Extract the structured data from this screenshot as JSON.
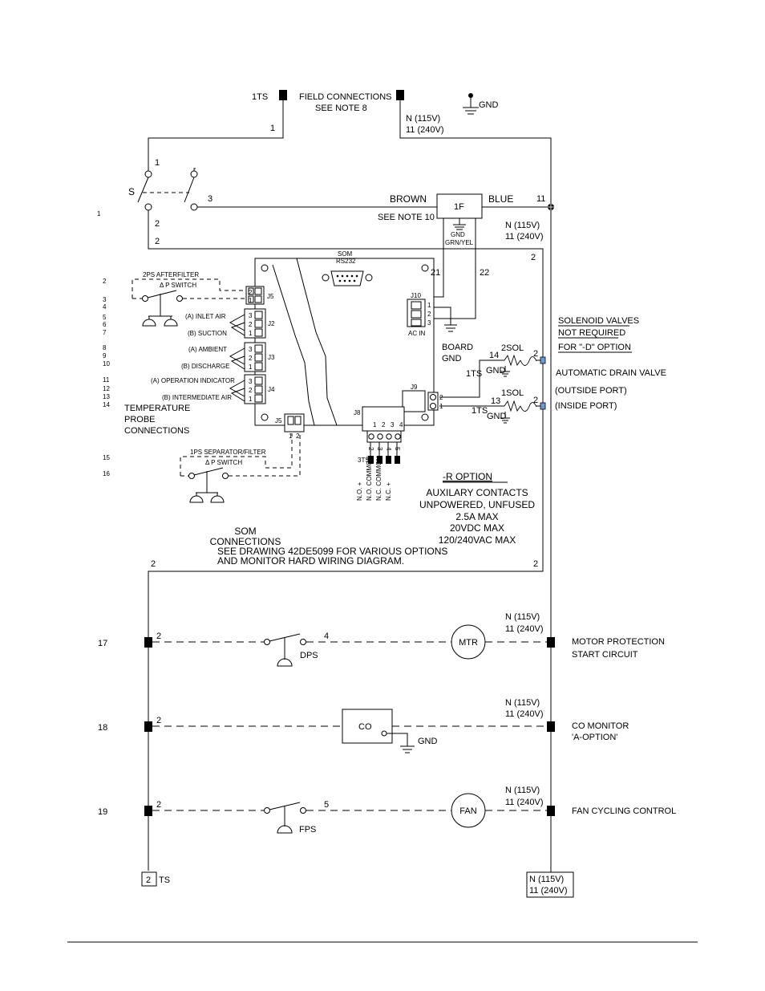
{
  "rung_numbers": [
    "1",
    "2",
    "3",
    "4",
    "5",
    "6",
    "7",
    "8",
    "9",
    "10",
    "11",
    "12",
    "13",
    "14",
    "15",
    "16",
    "17",
    "18",
    "19"
  ],
  "field": {
    "tb1_label": "1TS",
    "field_connections": "FIELD CONNECTIONS",
    "see_note_8": "SEE NOTE 8",
    "wire_1": "1",
    "neutral_115": "N  (115V)",
    "neutral_240": "11  (240V)",
    "gnd": "GND"
  },
  "switch": {
    "label": "S",
    "n1": "1",
    "n2": "2",
    "n3": "3",
    "n2b": "2"
  },
  "fuse": {
    "brown": "BROWN",
    "blue": "BLUE",
    "label": "1F",
    "wire_11": "11",
    "see_note_10": "SEE NOTE 10",
    "gnd": "GND",
    "grn_yel": "GRN/YEL",
    "n_115": "N  (115V)",
    "n_240": "11  (240V)"
  },
  "board": {
    "som": "SOM",
    "rs232": "RS232",
    "w21": "21",
    "w22": "22",
    "w2": "2",
    "j10": "J10",
    "ac_in": "AC  IN",
    "j10_pins": [
      "1",
      "2",
      "3"
    ],
    "board_gnd_1": "BOARD",
    "board_gnd_2": "GND",
    "j9": "J9",
    "j9_pins": [
      "2",
      "1"
    ],
    "j8": "J8",
    "j8_pins": [
      "1",
      "2",
      "3",
      "4"
    ],
    "j5_top": "J5",
    "j2": "J2",
    "j3": "J3",
    "j4": "J4",
    "j5_bottom": "J5",
    "j5_bottom_pins": [
      "1",
      "2"
    ],
    "two_pin": [
      "1",
      "2"
    ],
    "three_pin": [
      "1",
      "2",
      "3"
    ]
  },
  "aux": {
    "terminal": "3TS",
    "contacts": [
      "N.O. +",
      "N.O. COMMON",
      "N.C. COMMON",
      "N.C. +"
    ],
    "pin_numbers": [
      "2",
      "3",
      "4",
      "5"
    ],
    "option_title": "-R OPTION",
    "lines": [
      "AUXILARY CONTACTS",
      "UNPOWERED, UNFUSED",
      "2.5A MAX",
      "20VDC MAX",
      "120/240VAC MAX"
    ]
  },
  "left": {
    "afterfilter": "2PS AFTERFILTER",
    "p_switch": "Δ P SWITCH",
    "inlet_air": "(A) INLET AIR",
    "suction": "(B) SUCTION",
    "ambient": "(A) AMBIENT",
    "discharge": "(B) DISCHARGE",
    "operation_indicator": "(A) OPERATION INDICATOR",
    "intermediate_air": "(B) INTERMEDIATE AIR",
    "temp_probe": [
      "TEMPERATURE",
      "PROBE",
      "CONNECTIONS"
    ],
    "separator": "1PS SEPARATOR/FILTER",
    "p_switch_2": "Δ P SWITCH"
  },
  "solenoids": {
    "not_required": [
      "SOLENOID VALVES",
      "NOT REQUIRED",
      "FOR \"-D\" OPTION"
    ],
    "auto_drain": "AUTOMATIC DRAIN VALVE",
    "outside_port": "(OUTSIDE PORT)",
    "inside_port": "(INSIDE PORT)",
    "sol2": "2SOL",
    "sol1": "1SOL",
    "w14": "14",
    "w13": "13",
    "ts": "1TS",
    "ts2": "1TS",
    "gnd": "GND",
    "gnd2": "GND",
    "w2": "2",
    "w2b": "2"
  },
  "som_note": [
    "SOM",
    "CONNECTIONS",
    "SEE DRAWING 42DE5099 FOR VARIOUS OPTIONS",
    "AND MONITOR HARD WIRING DIAGRAM."
  ],
  "common": {
    "w2_left": "2",
    "w2_right": "2"
  },
  "rungs": [
    {
      "row": "17",
      "wire": "2",
      "switch": "DPS",
      "out_wire": "4",
      "load": "MTR",
      "n_115": "N  (115V)",
      "n_240": "11  (240V)",
      "desc": [
        "MOTOR PROTECTION",
        "START CIRCUIT"
      ]
    },
    {
      "row": "18",
      "wire": "2",
      "switch": "",
      "out_wire": "",
      "load": "CO",
      "gnd": "GND",
      "n_115": "N  (115V)",
      "n_240": "11  (240V)",
      "desc": [
        "CO MONITOR",
        "'A-OPTION'"
      ]
    },
    {
      "row": "19",
      "wire": "2",
      "switch": "FPS",
      "out_wire": "5",
      "load": "FAN",
      "n_115": "N  (115V)",
      "n_240": "11  (240V)",
      "desc": [
        "FAN CYCLING CONTROL"
      ]
    }
  ],
  "bottom": {
    "box_2": "2",
    "ts": "TS",
    "n_115": "N  (115V)",
    "n_240": "11  (240V)"
  }
}
